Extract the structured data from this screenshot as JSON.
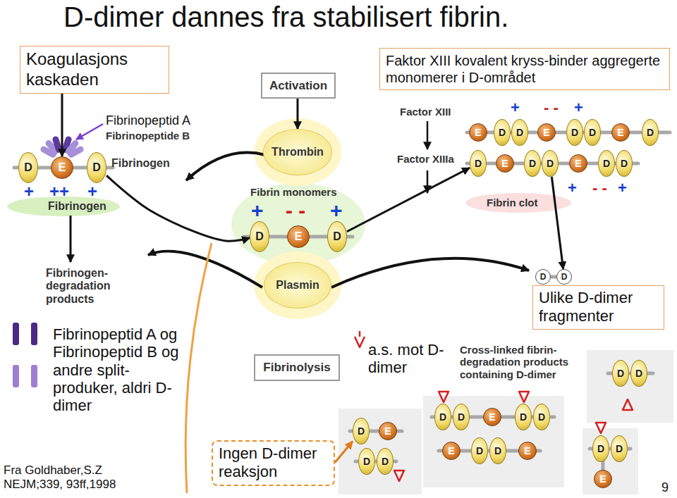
{
  "diagram": {
    "title": "D-dimer dannes fra stabilisert fibrin.",
    "nodes": [
      {
        "text": [
          "Koagulasjons kaskaden"
        ]
      },
      {
        "text": [
          "Faktor XIII kovalent kryss-binder aggregerte monomerer i D-området"
        ]
      },
      {
        "text": [
          "Activation"
        ]
      },
      {
        "text": [
          "Thrombin"
        ]
      },
      {
        "text": [
          "Plasmin"
        ]
      },
      {
        "text": [
          "Fibrinolysis"
        ]
      },
      {
        "text": [
          "Ulike D-dimer fragmenter"
        ]
      },
      {
        "text": [
          "Ingen D-dimer reaksjon"
        ]
      },
      {
        "text": [
          "D"
        ]
      },
      {
        "text": [
          "E"
        ]
      },
      {
        "text": [
          "D"
        ]
      },
      {
        "text": [
          "D"
        ]
      },
      {
        "text": [
          "E"
        ]
      },
      {
        "text": [
          "D"
        ]
      },
      {
        "text": [
          "E"
        ]
      },
      {
        "text": [
          "D"
        ]
      },
      {
        "text": [
          "D"
        ]
      },
      {
        "text": [
          "E"
        ]
      },
      {
        "text": [
          "D"
        ]
      },
      {
        "text": [
          "D"
        ]
      },
      {
        "text": [
          "E"
        ]
      },
      {
        "text": [
          "D"
        ]
      },
      {
        "text": [
          "D"
        ]
      },
      {
        "text": [
          "E"
        ]
      },
      {
        "text": [
          "D"
        ]
      },
      {
        "text": [
          "D"
        ]
      },
      {
        "text": [
          "E"
        ]
      },
      {
        "text": [
          "D"
        ]
      },
      {
        "text": [
          "D"
        ]
      },
      {
        "text": [
          "D"
        ]
      },
      {
        "text": [
          "D"
        ]
      },
      {
        "text": [
          "D"
        ]
      },
      {
        "text": [
          "D"
        ]
      },
      {
        "text": [
          "D"
        ]
      },
      {
        "text": [
          "E"
        ]
      },
      {
        "text": [
          "D"
        ]
      },
      {
        "text": [
          "D"
        ]
      },
      {
        "text": [
          "D"
        ]
      },
      {
        "text": [
          "D"
        ]
      },
      {
        "text": [
          "E"
        ]
      },
      {
        "text": [
          "D"
        ]
      },
      {
        "text": [
          "D"
        ]
      },
      {
        "text": [
          "E"
        ]
      },
      {
        "text": [
          "D"
        ]
      },
      {
        "text": [
          "D"
        ]
      },
      {
        "text": [
          "E"
        ]
      },
      {
        "text": [
          "D"
        ]
      },
      {
        "text": [
          "D"
        ]
      },
      {
        "text": [
          "E"
        ]
      }
    ],
    "edges": [
      {
        "from": 0,
        "to": 9,
        "arrow": "to"
      },
      {
        "from": 2,
        "to": 3,
        "arrow": "to"
      },
      {
        "from": 10,
        "to": 11,
        "arrow": "to"
      },
      {
        "from": 13,
        "to": 22,
        "arrow": "to"
      },
      {
        "from": 25,
        "to": 30,
        "arrow": "to"
      },
      {
        "from": 7,
        "to": 33,
        "arrow": "to"
      }
    ],
    "labels": [
      "Fibrinopeptid A",
      "Fibrinopeptide B",
      "Fibrinogen",
      "+",
      "++",
      "+",
      "Fibrinogen",
      "Factor XIII",
      "Factor XIIIa",
      "+",
      "- -",
      "+",
      "Fibrin monomers",
      "+",
      "- -",
      "+",
      "Fibrin clot",
      "+",
      "- -",
      "+",
      "Fibrinogen-degradation products",
      "Fibrinopeptid A og Fibrinopeptid B og andre split-produker, aldri D-dimer",
      "Fra Goldhaber,S.Z NEJM;339, 93ff,1998",
      "a.s. mot D-dimer",
      "Cross-linked fibrin-degradation products containing D-dimer",
      "9"
    ]
  }
}
